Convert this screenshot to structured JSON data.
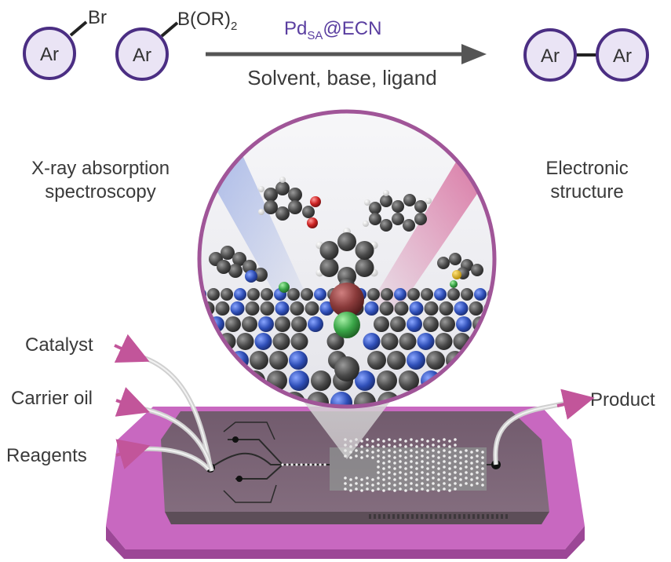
{
  "reaction": {
    "aryl_label": "Ar",
    "bromide": "Br",
    "boronate": "B(OR)",
    "boronate_subscript": "2",
    "catalyst_main": "Pd",
    "catalyst_sub": "SA",
    "catalyst_support": "@ECN",
    "conditions": "Solvent, base, ligand",
    "product_left": "Ar",
    "product_right": "Ar"
  },
  "labels": {
    "xas_line1": "X-ray absorption",
    "xas_line2": "spectroscopy",
    "electronic_line1": "Electronic",
    "electronic_line2": "structure"
  },
  "inputs": {
    "catalyst": "Catalyst",
    "carrier_oil": "Carrier oil",
    "reagents": "Reagents",
    "product": "Product"
  },
  "colors": {
    "ring_stroke": "#4b2e83",
    "ring_fill": "#eae4f5",
    "catalyst_text": "#5a3ea0",
    "arrow": "#555555",
    "chip_base": "#c868c0",
    "bubble_border": "#a05598",
    "carbon": "#4a4a4a",
    "nitrogen": "#2f4fb8",
    "palladium": "#8a3b3b",
    "chlorine": "#3aa648",
    "oxygen": "#cc2222",
    "tube_arrow": "#c2559a"
  }
}
